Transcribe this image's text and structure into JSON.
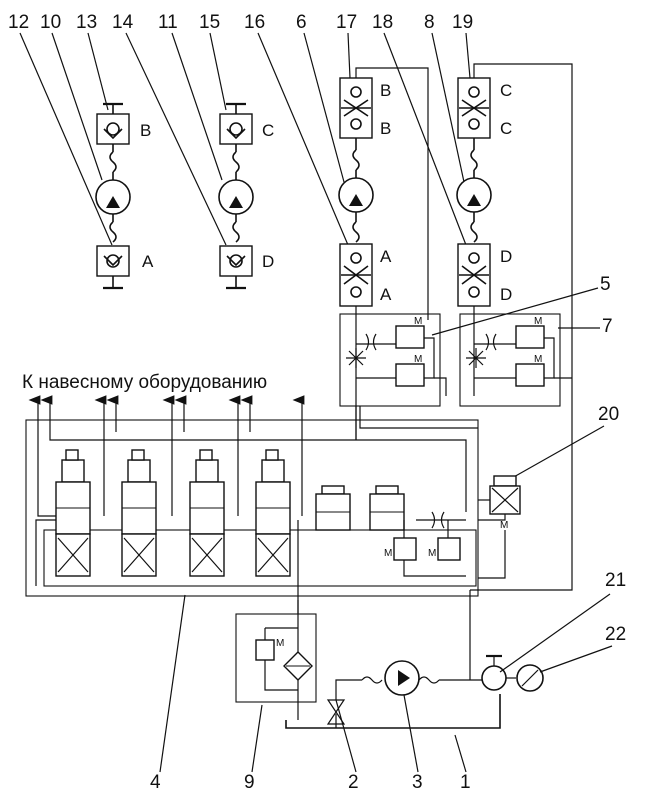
{
  "caption": "К навесному оборудованию",
  "part_numbers": [
    "12",
    "10",
    "13",
    "14",
    "11",
    "15",
    "16",
    "6",
    "17",
    "18",
    "8",
    "19",
    "5",
    "7",
    "20",
    "21",
    "22",
    "4",
    "9",
    "2",
    "3",
    "1"
  ],
  "ports": {
    "m1_top": "B",
    "m1_bottom": "A",
    "m2_top": "C",
    "m2_bottom": "D",
    "m3_top_a": "B",
    "m3_top_b": "B",
    "m3_bottom_a": "A",
    "m3_bottom_b": "A",
    "m4_top_a": "C",
    "m4_top_b": "C",
    "m4_bottom_a": "D",
    "m4_bottom_b": "D"
  },
  "spring_mark": "M"
}
